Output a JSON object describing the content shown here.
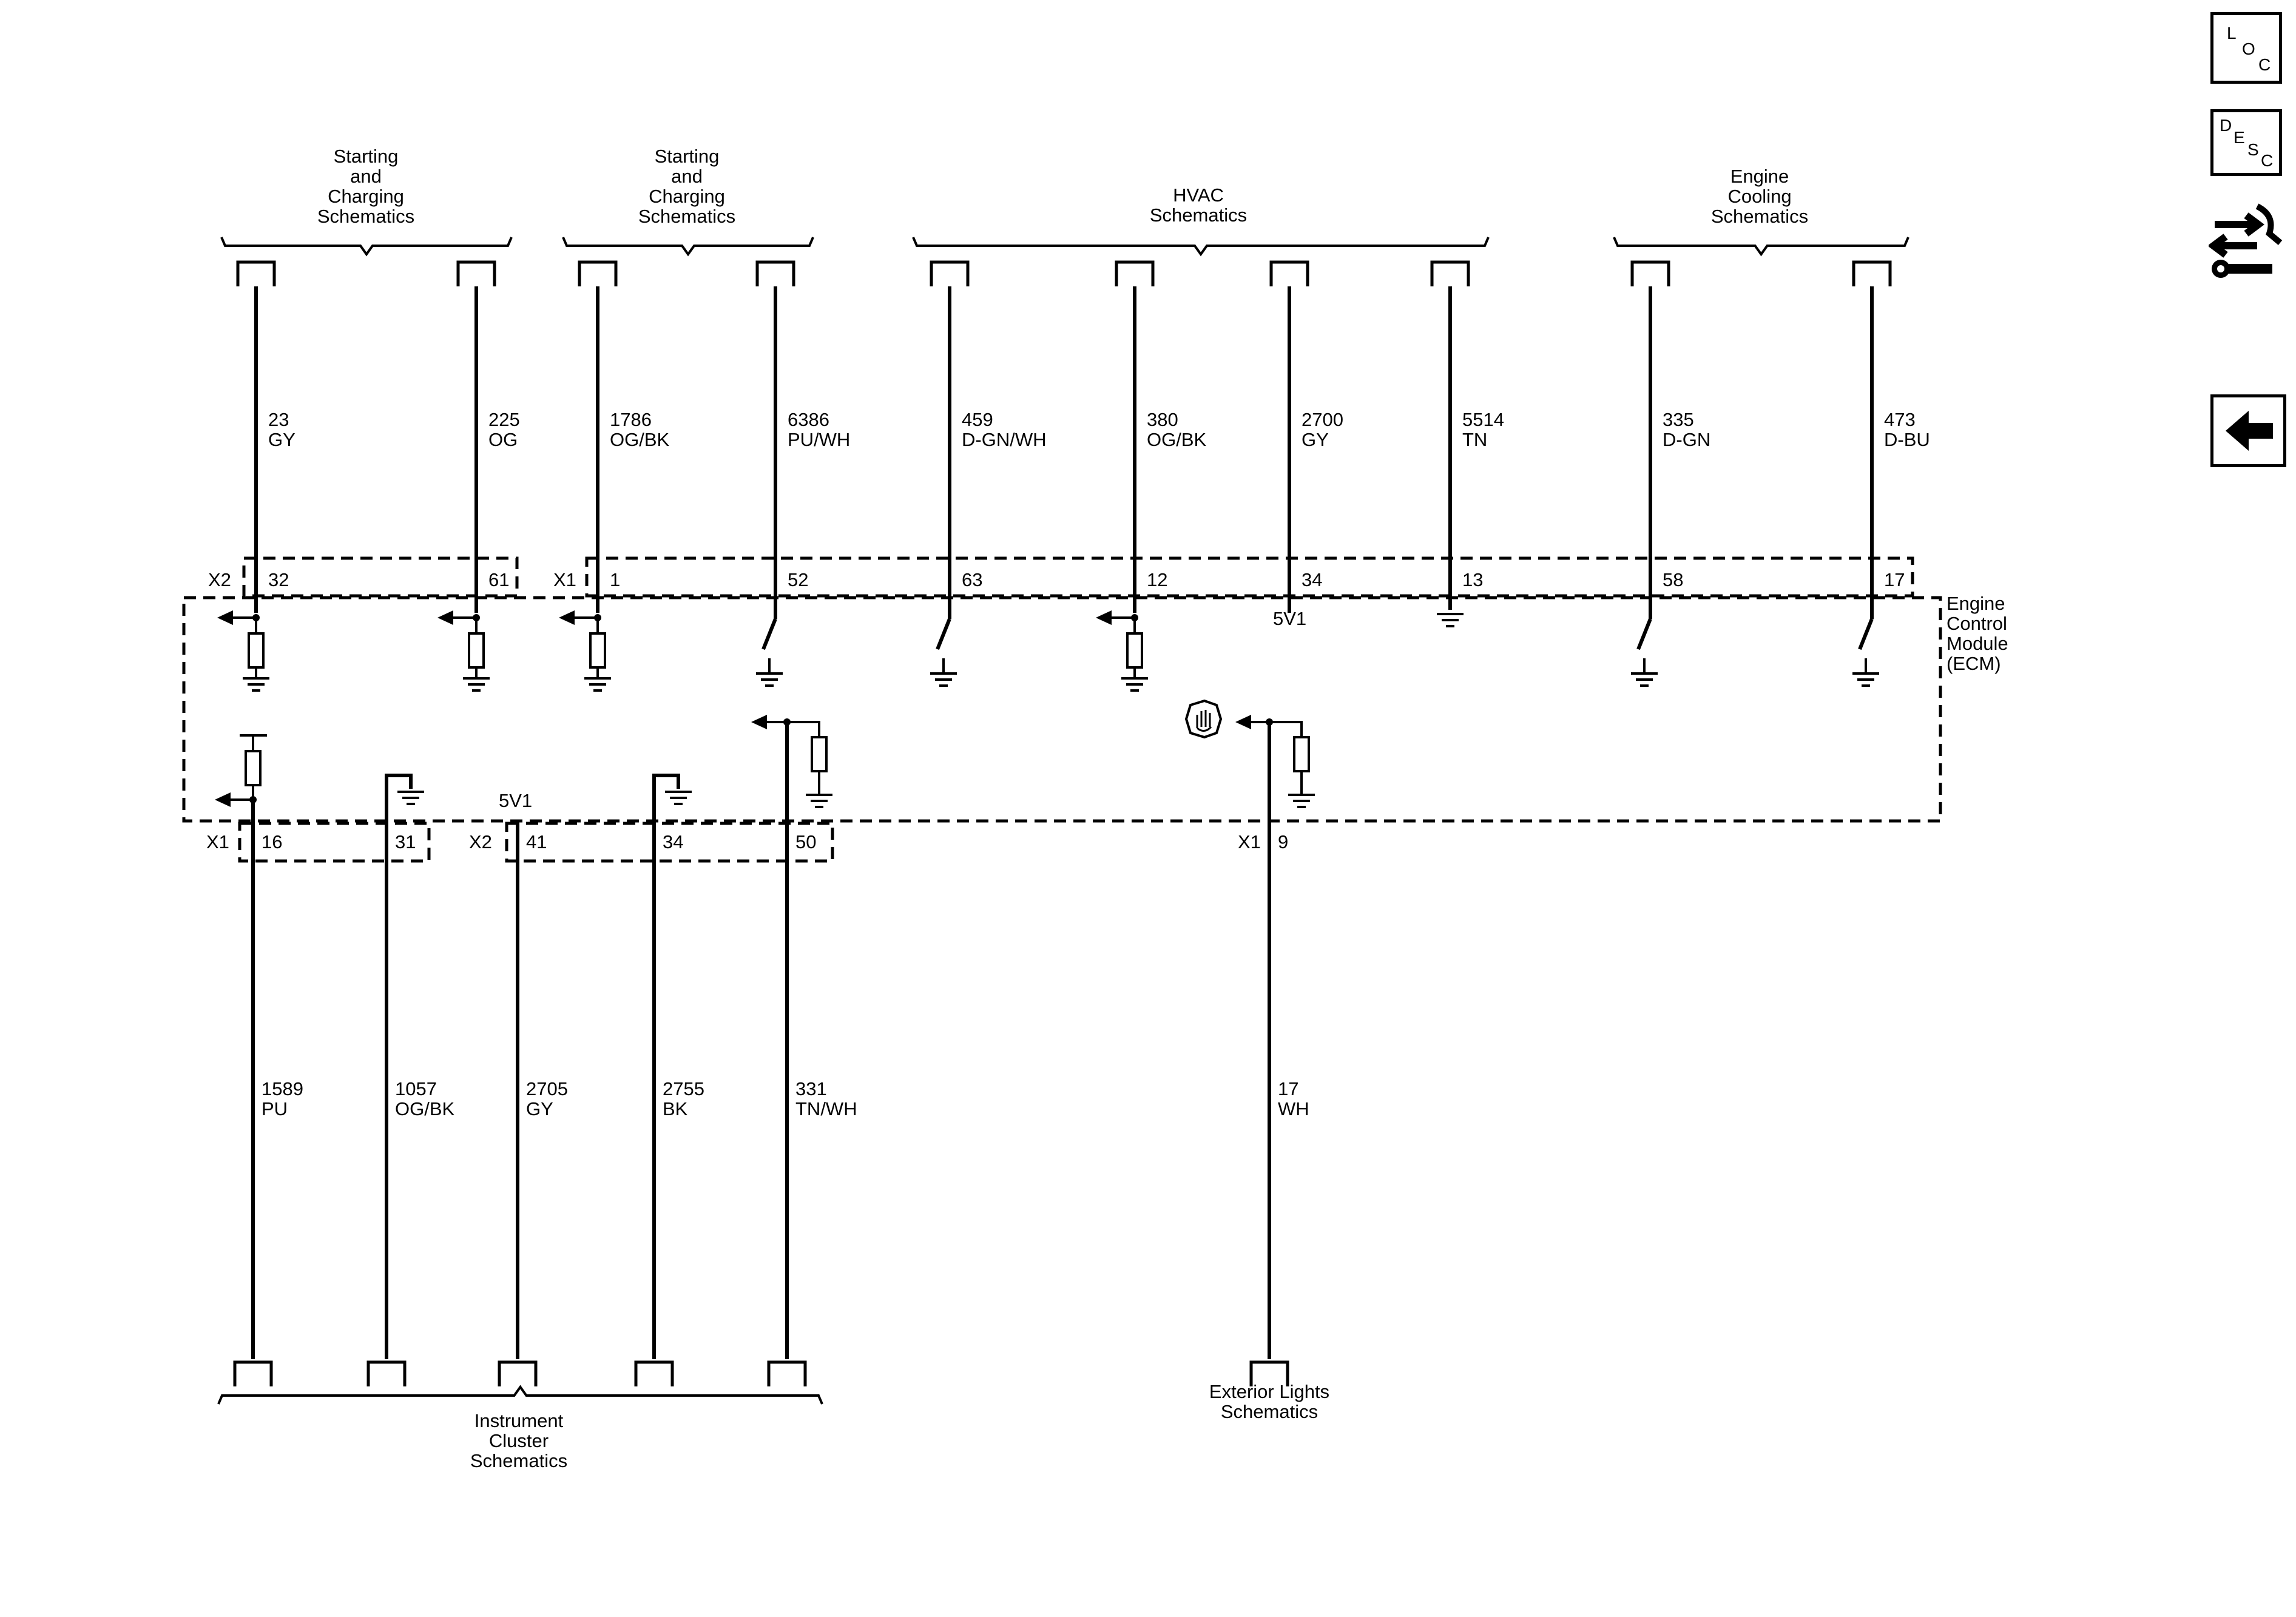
{
  "headers": {
    "starting_charging_1": [
      "Starting",
      "and",
      "Charging",
      "Schematics"
    ],
    "starting_charging_2": [
      "Starting",
      "and",
      "Charging",
      "Schematics"
    ],
    "hvac": [
      "HVAC",
      "Schematics"
    ],
    "engine_cooling": [
      "Engine",
      "Cooling",
      "Schematics"
    ],
    "instrument_cluster": [
      "Instrument",
      "Cluster",
      "Schematics"
    ],
    "exterior_lights": [
      "Exterior Lights",
      "Schematics"
    ]
  },
  "module": {
    "name_lines": [
      "Engine",
      "Control",
      "Module",
      "(ECM)"
    ],
    "ref_5v1_top": "5V1",
    "ref_5v1_bottom": "5V1"
  },
  "connectors": {
    "top_x2": "X2",
    "top_x1": "X1",
    "bottom_x1_left": "X1",
    "bottom_x2": "X2",
    "bottom_x1_right": "X1"
  },
  "top_wires": [
    {
      "circuit": "23",
      "color": "GY",
      "pin": "32"
    },
    {
      "circuit": "225",
      "color": "OG",
      "pin": "61"
    },
    {
      "circuit": "1786",
      "color": "OG/BK",
      "pin": "1"
    },
    {
      "circuit": "6386",
      "color": "PU/WH",
      "pin": "52"
    },
    {
      "circuit": "459",
      "color": "D-GN/WH",
      "pin": "63"
    },
    {
      "circuit": "380",
      "color": "OG/BK",
      "pin": "12"
    },
    {
      "circuit": "2700",
      "color": "GY",
      "pin": "34"
    },
    {
      "circuit": "5514",
      "color": "TN",
      "pin": "13"
    },
    {
      "circuit": "335",
      "color": "D-GN",
      "pin": "58"
    },
    {
      "circuit": "473",
      "color": "D-BU",
      "pin": "17"
    }
  ],
  "bottom_wires": [
    {
      "circuit": "1589",
      "color": "PU",
      "pin": "16"
    },
    {
      "circuit": "1057",
      "color": "OG/BK",
      "pin": "31"
    },
    {
      "circuit": "2705",
      "color": "GY",
      "pin": "41"
    },
    {
      "circuit": "2755",
      "color": "BK",
      "pin": "34"
    },
    {
      "circuit": "331",
      "color": "TN/WH",
      "pin": "50"
    },
    {
      "circuit": "17",
      "color": "WH",
      "pin": "9"
    }
  ],
  "side_nav": {
    "loc": [
      "L",
      "O",
      "C"
    ],
    "desc": [
      "D",
      "E",
      "S",
      "C"
    ],
    "connector_icon": "connector-repair-icon",
    "back_icon": "back-arrow-icon"
  }
}
